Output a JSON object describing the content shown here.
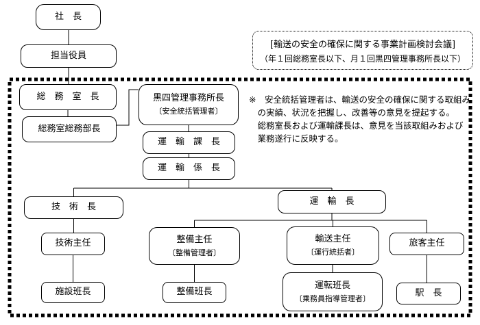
{
  "org_chart": {
    "nodes": {
      "president": {
        "label": "社　長"
      },
      "executive_in_charge": {
        "label": "担当役員"
      },
      "general_affairs_office_chief": {
        "label": "総　務　室　長"
      },
      "general_affairs_dept_chief": {
        "label": "総務室総務部長"
      },
      "kurobe4_admin_office_chief": {
        "label": "黒四管理事務所長",
        "sublabel": "〔安全統括管理者〕"
      },
      "transport_section_chief": {
        "label": "運　輸　課　長"
      },
      "transport_subsection_chief": {
        "label": "運　輸　係　長"
      },
      "engineering_chief": {
        "label": "技　術　長"
      },
      "transport_chief": {
        "label": "運　輸　長"
      },
      "engineering_supervisor": {
        "label": "技術主任"
      },
      "maintenance_supervisor": {
        "label": "整備主任",
        "sublabel": "〔整備管理者〕"
      },
      "transportation_supervisor": {
        "label": "輸送主任",
        "sublabel": "〔運行統括者〕"
      },
      "passenger_supervisor": {
        "label": "旅客主任"
      },
      "facilities_team_leader": {
        "label": "施設班長"
      },
      "maintenance_team_leader": {
        "label": "整備班長"
      },
      "driving_team_leader": {
        "label": "運転班長",
        "sublabel": "〔乗務員指導管理者〕"
      },
      "station_master": {
        "label": "駅　長"
      }
    },
    "meeting_box": {
      "line1": "[輸送の安全の確保に関する事業計画検討会議]",
      "line2": "（年１回総務室長以下、月１回黒四管理事務所長以下）"
    },
    "note": "※　安全統括管理者は、輸送の安全の確保に関する取組み\n　の実績、状況を把握し、改善等の意見を提起する。\n　総務室長および運輸課長は、意見を当該取組みおよび\n　業務遂行に反映する。",
    "colors": {
      "line": "#000000",
      "background": "#ffffff",
      "text": "#000000"
    }
  }
}
